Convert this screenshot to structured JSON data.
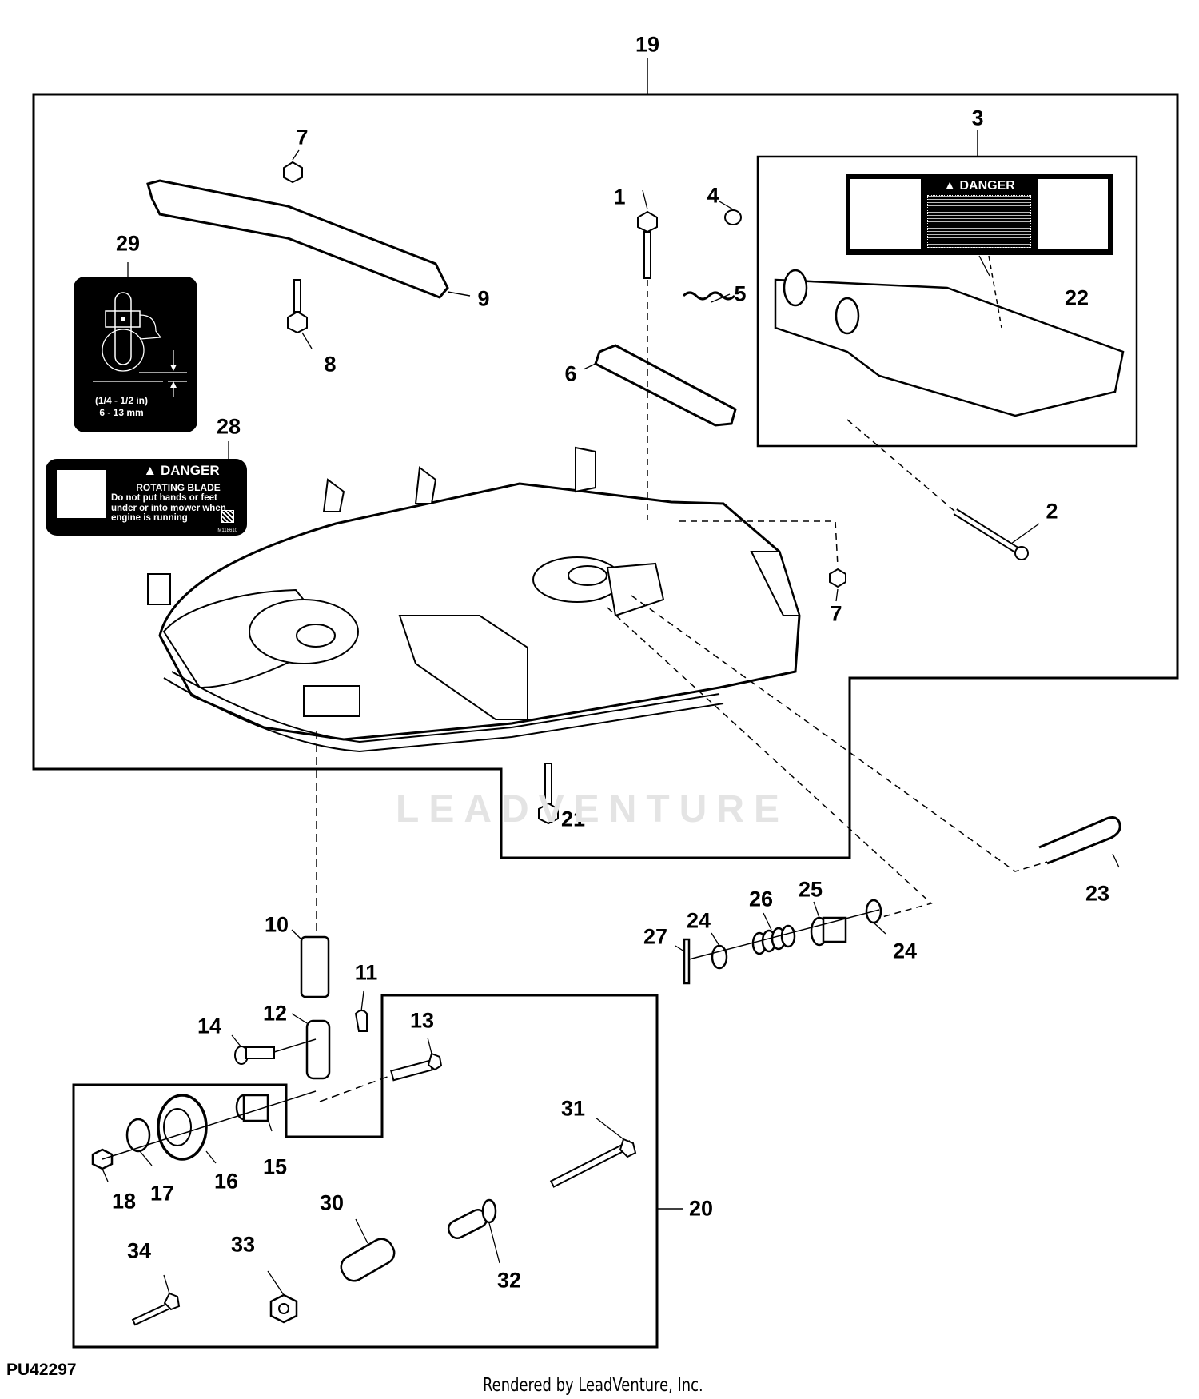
{
  "diagram": {
    "title": "Mower Deck Assembly Exploded Parts Diagram",
    "figure_id": "PU42297",
    "render_credit": "Rendered by LeadVenture, Inc.",
    "watermark": "LEADVENTURE",
    "callouts": [
      {
        "id": "1",
        "label": "1"
      },
      {
        "id": "2",
        "label": "2"
      },
      {
        "id": "3",
        "label": "3"
      },
      {
        "id": "4",
        "label": "4"
      },
      {
        "id": "5",
        "label": "5"
      },
      {
        "id": "6",
        "label": "6"
      },
      {
        "id": "7a",
        "label": "7"
      },
      {
        "id": "7b",
        "label": "7"
      },
      {
        "id": "8",
        "label": "8"
      },
      {
        "id": "9",
        "label": "9"
      },
      {
        "id": "10",
        "label": "10"
      },
      {
        "id": "11",
        "label": "11"
      },
      {
        "id": "12",
        "label": "12"
      },
      {
        "id": "13",
        "label": "13"
      },
      {
        "id": "14",
        "label": "14"
      },
      {
        "id": "15",
        "label": "15"
      },
      {
        "id": "16",
        "label": "16"
      },
      {
        "id": "17",
        "label": "17"
      },
      {
        "id": "18",
        "label": "18"
      },
      {
        "id": "19",
        "label": "19"
      },
      {
        "id": "20",
        "label": "20"
      },
      {
        "id": "21",
        "label": "21"
      },
      {
        "id": "22",
        "label": "22"
      },
      {
        "id": "23",
        "label": "23"
      },
      {
        "id": "24a",
        "label": "24"
      },
      {
        "id": "24b",
        "label": "24"
      },
      {
        "id": "25",
        "label": "25"
      },
      {
        "id": "26",
        "label": "26"
      },
      {
        "id": "27",
        "label": "27"
      },
      {
        "id": "28",
        "label": "28"
      },
      {
        "id": "29",
        "label": "29"
      },
      {
        "id": "30",
        "label": "30"
      },
      {
        "id": "31",
        "label": "31"
      },
      {
        "id": "32",
        "label": "32"
      },
      {
        "id": "33",
        "label": "33"
      },
      {
        "id": "34",
        "label": "34"
      }
    ],
    "decal_28": {
      "header": "DANGER",
      "line1": "ROTATING BLADE",
      "body": "Do not put hands or feet under or into mower when engine is running",
      "code": "M118610"
    },
    "decal_29": {
      "dim_in": "(1/4 - 1/2 in)",
      "dim_mm": "6 - 13 mm"
    },
    "decal_22": {
      "header": "DANGER"
    }
  }
}
